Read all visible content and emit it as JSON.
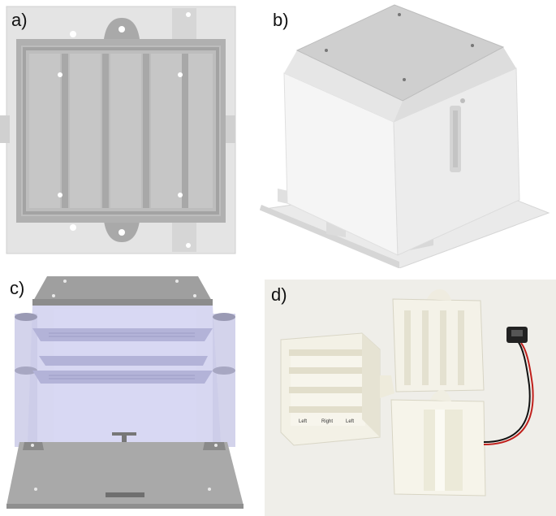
{
  "panels": [
    {
      "id": "a",
      "label": "a)"
    },
    {
      "id": "b",
      "label": "b)"
    },
    {
      "id": "c",
      "label": "c)"
    },
    {
      "id": "d",
      "label": "d)"
    }
  ],
  "photo_d": {
    "tray_markings": [
      "Left",
      "Right",
      "Left"
    ]
  },
  "colors": {
    "cad_light": "#e6e6e6",
    "cad_mid": "#b8b8b8",
    "cad_dark": "#9a9a9a",
    "transparent_blue": "#c9c9ec",
    "print_white": "#f3f1e6",
    "photo_bg": "#efeee9",
    "cable_red": "#c0201c",
    "cable_black": "#111111"
  }
}
